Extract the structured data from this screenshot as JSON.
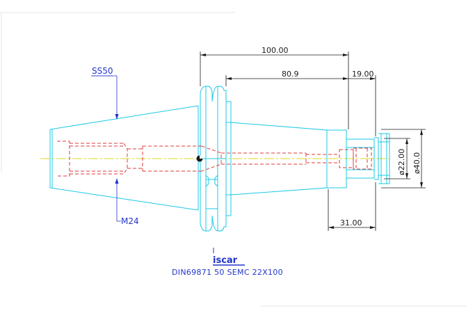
{
  "dimensions": {
    "overall_length": "100.00",
    "body_length": "80.9",
    "nose_length": "19.00",
    "clamp_length": "31.00",
    "bore_diameter": "ø22.00",
    "outer_diameter": "ø40.0"
  },
  "callouts": {
    "taper": "SS50",
    "thread": "M24"
  },
  "logo": "iscar",
  "caption": "DIN69871 50 SEMC 22X100",
  "colors": {
    "outline": "#18c8e6",
    "hidden": "#e23a3a",
    "centerline": "#d8d820",
    "callout": "#2233cc",
    "dimension": "#1a1a1a"
  }
}
